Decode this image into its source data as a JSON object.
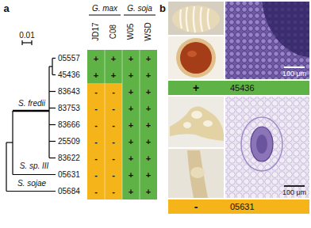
{
  "diagram": {
    "nodes": [
      {
        "text": [
          "+",
          "45436"
        ]
      },
      {
        "text": [
          "-",
          "05631"
        ]
      }
    ],
    "labels": [
      "a",
      "b",
      "G. max",
      "G. soja",
      "JD17",
      "C08",
      "W05",
      "WSD",
      "0.01",
      "05557",
      "45436",
      "S. fredii",
      "83643",
      "83753",
      "83666",
      "25509",
      "83622",
      "S. sp. III",
      "05631",
      "S. sojae",
      "05684",
      "+",
      "+",
      "+",
      "+",
      "+",
      "+",
      "+",
      "+",
      "-",
      "-",
      "+",
      "+",
      "-",
      "-",
      "+",
      "+",
      "-",
      "-",
      "+",
      "+",
      "-",
      "-",
      "+",
      "+",
      "-",
      "-",
      "+",
      "+",
      "-",
      "-",
      "+",
      "+",
      "-",
      "-",
      "+",
      "+",
      "100 μm",
      "100 μm"
    ]
  }
}
